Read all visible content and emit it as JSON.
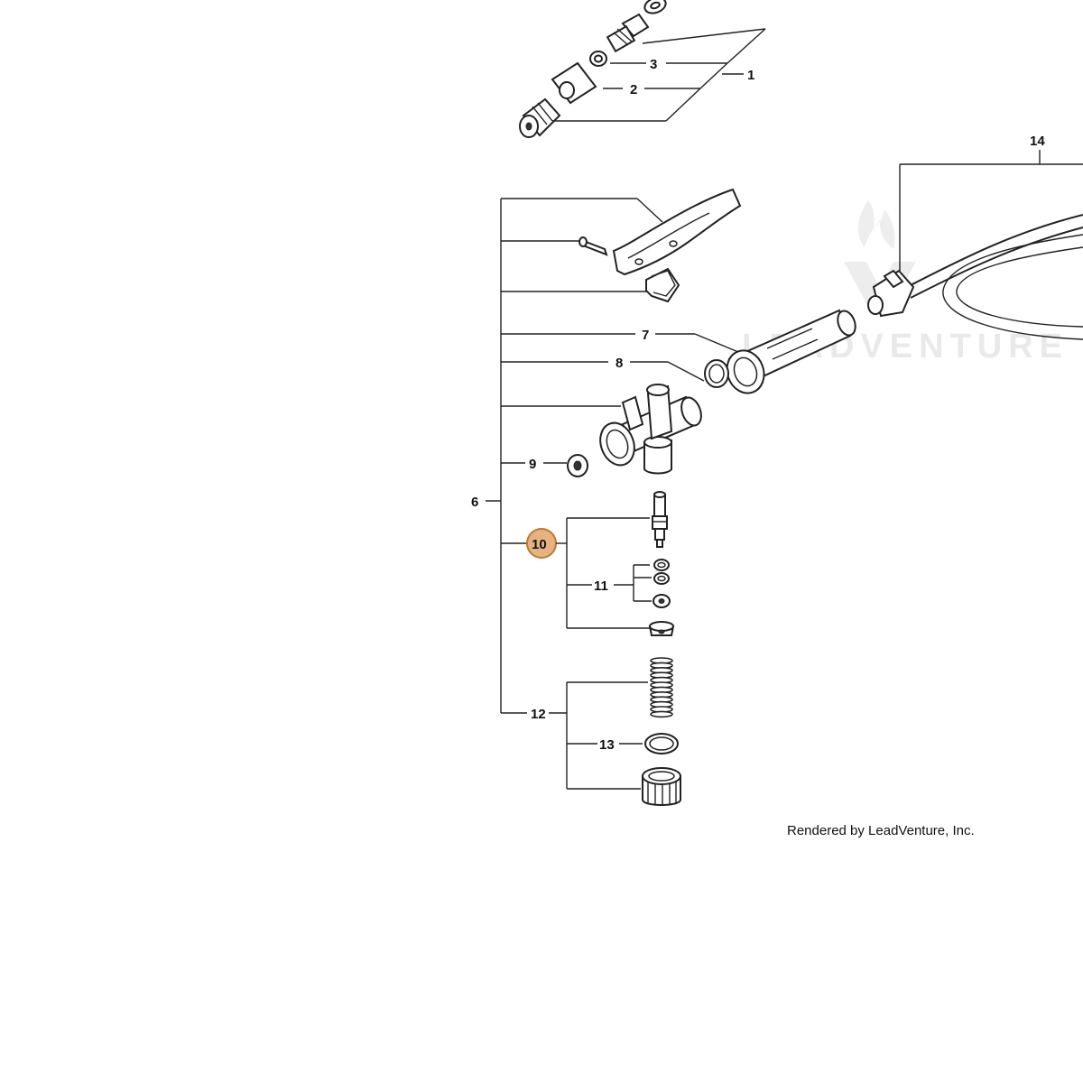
{
  "callouts": {
    "c1": "1",
    "c2": "2",
    "c3": "3",
    "c6": "6",
    "c7": "7",
    "c8": "8",
    "c9": "9",
    "c10": "10",
    "c11": "11",
    "c12": "12",
    "c13": "13",
    "c14": "14"
  },
  "selected_callout": "10",
  "highlight_color": "#E0A060",
  "watermark_text": "LEADVENTURE",
  "credit_text": "Rendered by LeadVenture, Inc."
}
